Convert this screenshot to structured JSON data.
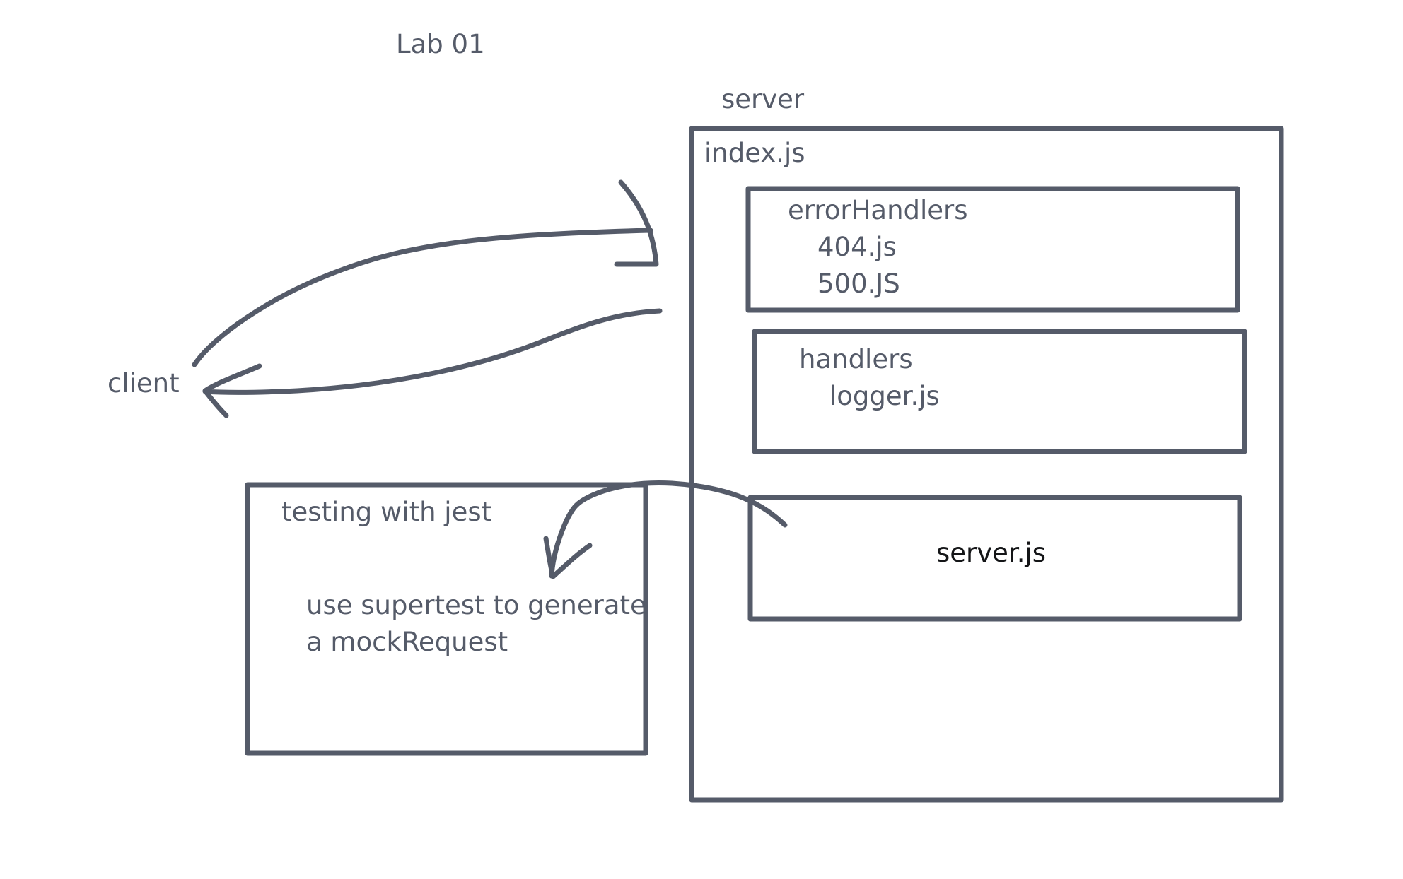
{
  "title": "Lab 01",
  "client_label": "client",
  "server": {
    "label": "server",
    "file": "index.js",
    "error_handlers": {
      "label": "errorHandlers",
      "files": [
        "404.js",
        "500.JS"
      ]
    },
    "handlers": {
      "label": "handlers",
      "files": [
        "logger.js"
      ]
    },
    "server_js": {
      "label": "server.js"
    }
  },
  "testing": {
    "label": "testing with jest",
    "note_lines": [
      "use supertest to generate",
      "a mockRequest"
    ]
  },
  "colors": {
    "stroke": "#555b69",
    "text": "#555b69",
    "text_dark": "#141517",
    "background": "#ffffff"
  }
}
